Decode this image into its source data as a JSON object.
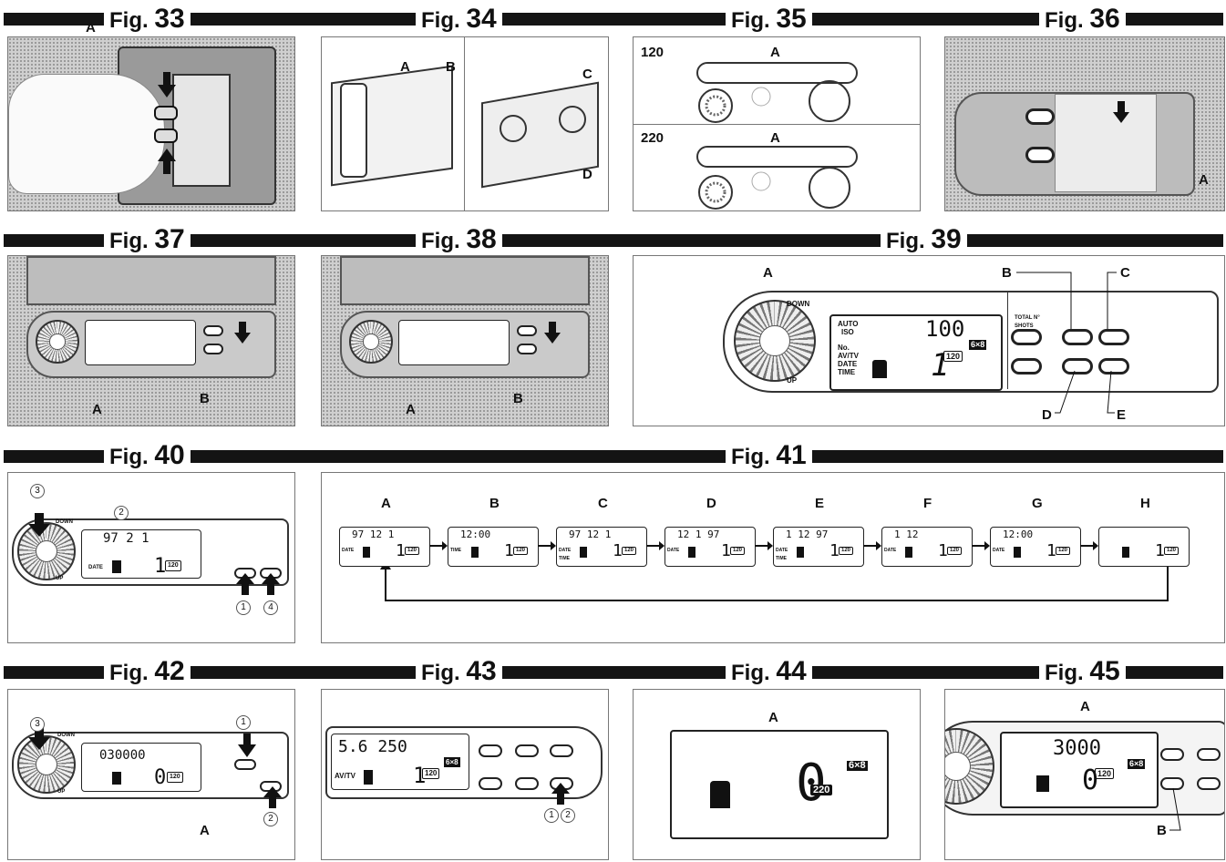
{
  "figure_prefix": "Fig.",
  "fig33": {
    "number": "33",
    "labels": {
      "a": "A"
    }
  },
  "fig34": {
    "number": "34",
    "labels": {
      "a": "A",
      "b": "B",
      "c": "C",
      "d": "D"
    }
  },
  "fig35": {
    "number": "35",
    "film1": "120",
    "film2": "220",
    "label_a": "A"
  },
  "fig36": {
    "number": "36",
    "label_a": "A"
  },
  "fig37": {
    "number": "37",
    "label_a": "A",
    "label_b": "B"
  },
  "fig38": {
    "number": "38",
    "label_a": "A",
    "label_b": "B"
  },
  "fig39": {
    "number": "39",
    "labels": {
      "a": "A",
      "b": "B",
      "c": "C",
      "d": "D",
      "e": "E"
    },
    "dial_down": "DOWN",
    "dial_up": "UP",
    "lcd_left": [
      "AUTO",
      "ISO",
      "No.",
      "AV/TV",
      "DATE",
      "TIME"
    ],
    "lcd_value": "100",
    "lcd_format": "6×8",
    "lcd_frame": "1",
    "lcd_film": "120",
    "btn_total": "TOTAL N° SHOTS"
  },
  "fig40": {
    "number": "40",
    "lcd_value": "97 2 1",
    "date_label": "DATE",
    "frame": "1",
    "film": "120",
    "steps": [
      "1",
      "2",
      "3",
      "4"
    ],
    "dial_down": "DOWN",
    "dial_up": "UP"
  },
  "fig41": {
    "number": "41",
    "screens": [
      {
        "label": "A",
        "value": "97 12 1",
        "side": "DATE"
      },
      {
        "label": "B",
        "value": "12:00",
        "side": "TIME"
      },
      {
        "label": "C",
        "value": "97 12 1",
        "side": "DATE TIME"
      },
      {
        "label": "D",
        "value": "12 1 97",
        "side": "DATE"
      },
      {
        "label": "E",
        "value": "1 12 97",
        "side": "DATE TIME"
      },
      {
        "label": "F",
        "value": "1 12",
        "side": "DATE"
      },
      {
        "label": "G",
        "value": "12:00",
        "side": "DATE"
      },
      {
        "label": "H",
        "value": "",
        "side": ""
      }
    ],
    "frame": "1",
    "film": "120"
  },
  "fig42": {
    "number": "42",
    "lcd_value": "030000",
    "frame": "0",
    "film": "120",
    "label_a": "A",
    "steps": [
      "1",
      "2",
      "3"
    ],
    "dial_down": "DOWN",
    "dial_up": "UP"
  },
  "fig43": {
    "number": "43",
    "lcd_value": "5.6  250",
    "mode": "AV/TV",
    "frame": "1",
    "film": "120",
    "format": "6×8",
    "steps": [
      "1",
      "2"
    ]
  },
  "fig44": {
    "number": "44",
    "label_a": "A",
    "frame": "0",
    "film": "220",
    "format": "6×8"
  },
  "fig45": {
    "number": "45",
    "label_a": "A",
    "label_b": "B",
    "lcd_value": "3000",
    "frame": "0",
    "film": "120",
    "format": "6×8"
  }
}
